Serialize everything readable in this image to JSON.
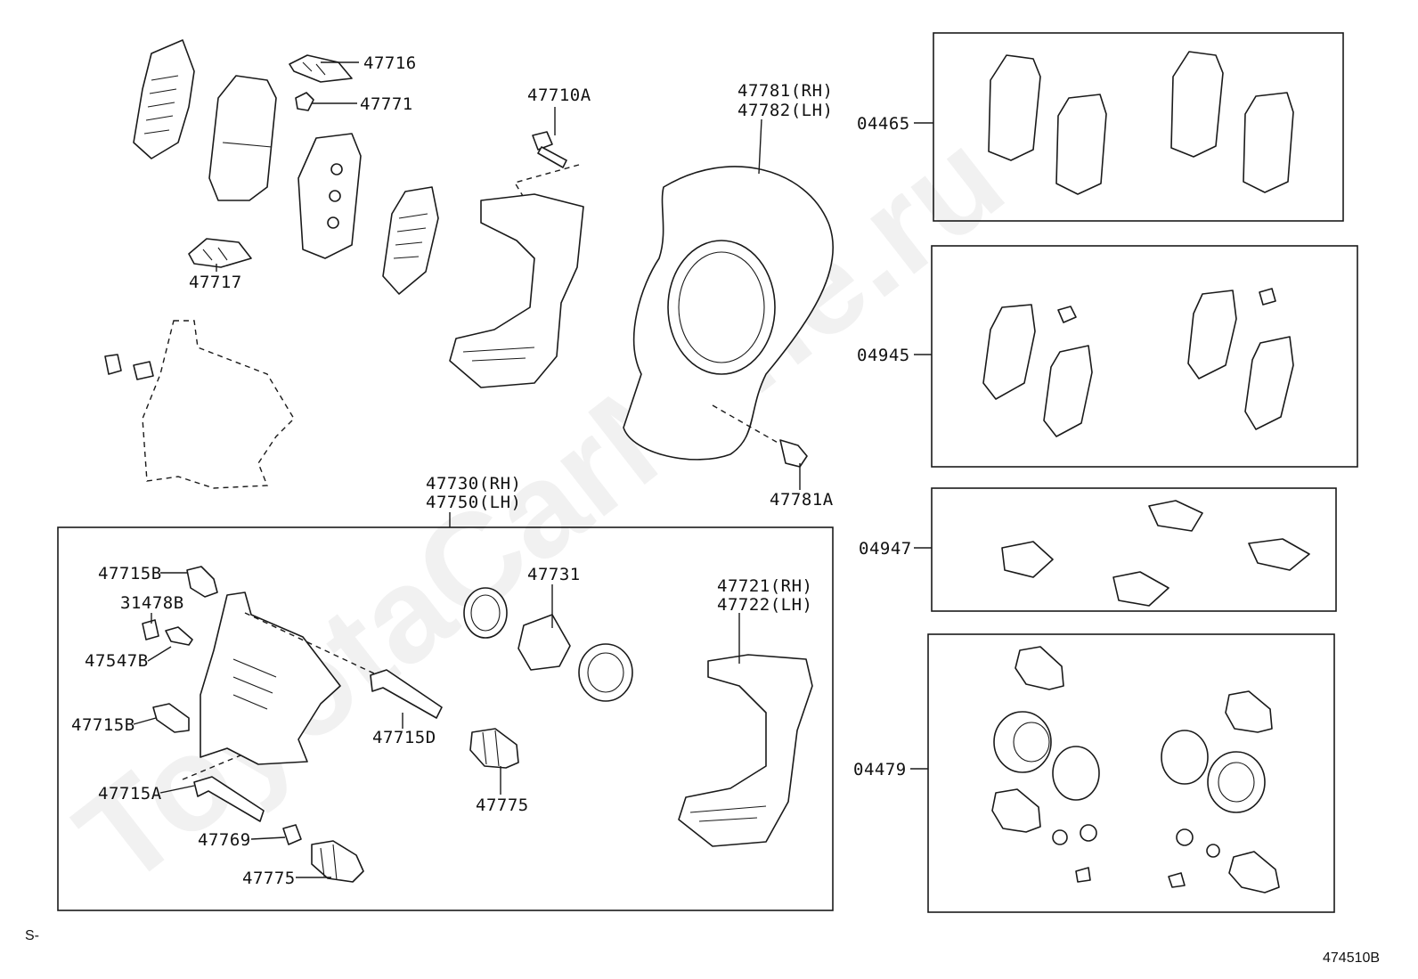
{
  "watermark": "ToyotaCarMine.ru",
  "footer": {
    "left": "S-",
    "code": "474510B"
  },
  "labels": {
    "p47716": "47716",
    "p47771": "47771",
    "p47717": "47717",
    "p47710A": "47710A",
    "p47781rh": "47781(RH)",
    "p47782lh": "47782(LH)",
    "p47781A": "47781A",
    "p47730rh": "47730(RH)",
    "p47750lh": "47750(LH)",
    "p47715B_top": "47715B",
    "p31478B": "31478B",
    "p47547B": "47547B",
    "p47715B_mid": "47715B",
    "p47715A": "47715A",
    "p47769": "47769",
    "p47775_left": "47775",
    "p47715D": "47715D",
    "p47731": "47731",
    "p47775_mid": "47775",
    "p47721rh": "47721(RH)",
    "p47722lh": "47722(LH)"
  },
  "kits": {
    "k04465": "04465",
    "k04945": "04945",
    "k04947": "04947",
    "k04479": "04479"
  }
}
